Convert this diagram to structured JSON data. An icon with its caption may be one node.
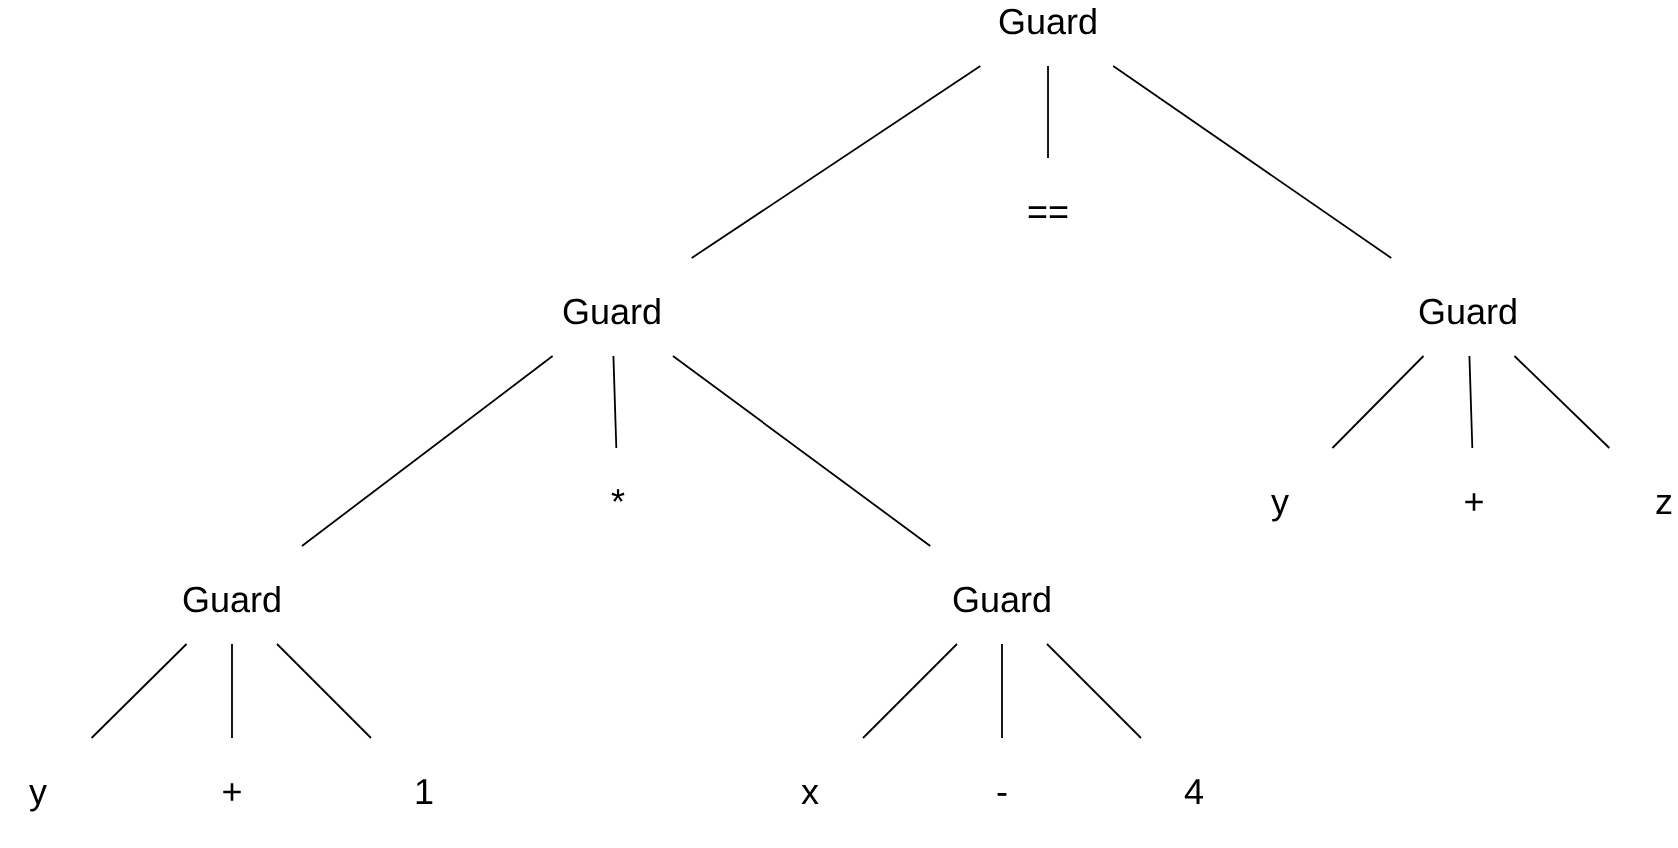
{
  "diagram": {
    "nodes": [
      {
        "text": [
          "Guard"
        ]
      },
      {
        "text": [
          "Guard"
        ]
      },
      {
        "text": [
          "=="
        ]
      },
      {
        "text": [
          "Guard"
        ]
      },
      {
        "text": [
          "Guard"
        ]
      },
      {
        "text": [
          "*"
        ]
      },
      {
        "text": [
          "Guard"
        ]
      },
      {
        "text": [
          "y"
        ]
      },
      {
        "text": [
          "+"
        ]
      },
      {
        "text": [
          "z"
        ]
      },
      {
        "text": [
          "y"
        ]
      },
      {
        "text": [
          "+"
        ]
      },
      {
        "text": [
          "1"
        ]
      },
      {
        "text": [
          "x"
        ]
      },
      {
        "text": [
          "-"
        ]
      },
      {
        "text": [
          "4"
        ]
      }
    ],
    "edges": [
      {
        "from": 0,
        "to": 1,
        "arrow": "none"
      },
      {
        "from": 0,
        "to": 2,
        "arrow": "none"
      },
      {
        "from": 0,
        "to": 3,
        "arrow": "none"
      },
      {
        "from": 1,
        "to": 4,
        "arrow": "none"
      },
      {
        "from": 1,
        "to": 5,
        "arrow": "none"
      },
      {
        "from": 1,
        "to": 6,
        "arrow": "none"
      },
      {
        "from": 3,
        "to": 7,
        "arrow": "none"
      },
      {
        "from": 3,
        "to": 8,
        "arrow": "none"
      },
      {
        "from": 3,
        "to": 9,
        "arrow": "none"
      },
      {
        "from": 4,
        "to": 10,
        "arrow": "none"
      },
      {
        "from": 4,
        "to": 11,
        "arrow": "none"
      },
      {
        "from": 4,
        "to": 12,
        "arrow": "none"
      },
      {
        "from": 6,
        "to": 13,
        "arrow": "none"
      },
      {
        "from": 6,
        "to": 14,
        "arrow": "none"
      },
      {
        "from": 6,
        "to": 15,
        "arrow": "none"
      }
    ]
  }
}
